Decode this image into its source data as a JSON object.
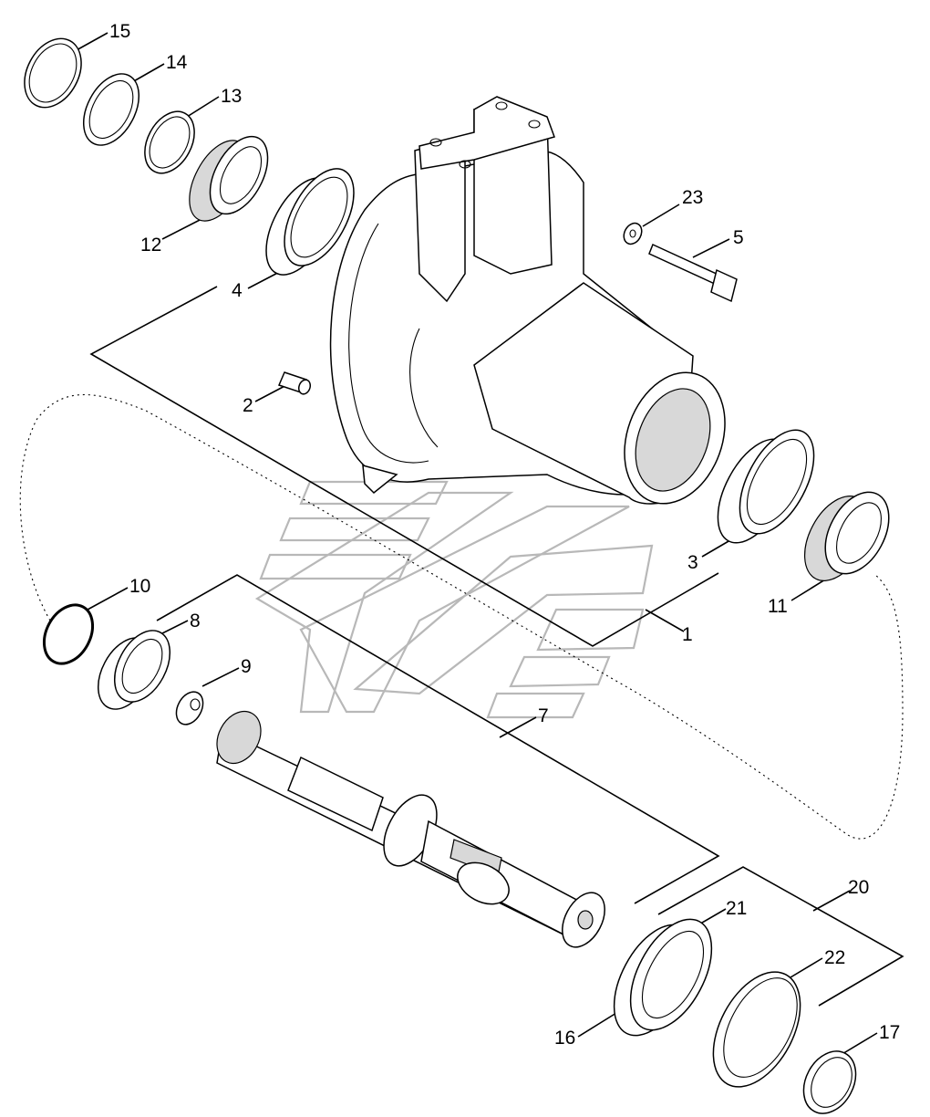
{
  "part_labels": [
    "15",
    "14",
    "13",
    "12",
    "4",
    "23",
    "5",
    "2",
    "3",
    "11",
    "1",
    "10",
    "8",
    "9",
    "7",
    "20",
    "21",
    "22",
    "16",
    "17"
  ]
}
